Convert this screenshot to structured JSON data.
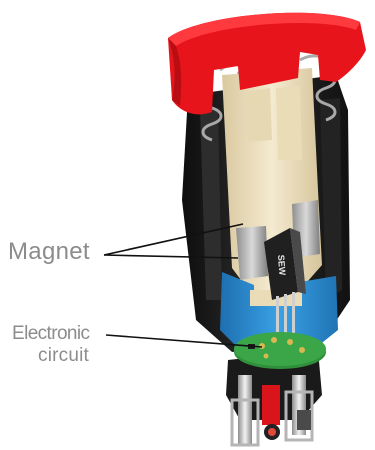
{
  "labels": {
    "magnet": "Magnet",
    "electronic_line1": "Electronic",
    "electronic_line2": "circuit"
  },
  "chip_marking": "SEW",
  "colors": {
    "cap_red": "#e8141b",
    "housing_black": "#1c1c1c",
    "actuator_beige": "#efe3c1",
    "base_blue": "#2f93d6",
    "pcb_green": "#2f8f3a",
    "label_gray": "#8c8c8c",
    "pins_silver": "#c9c9c9"
  }
}
